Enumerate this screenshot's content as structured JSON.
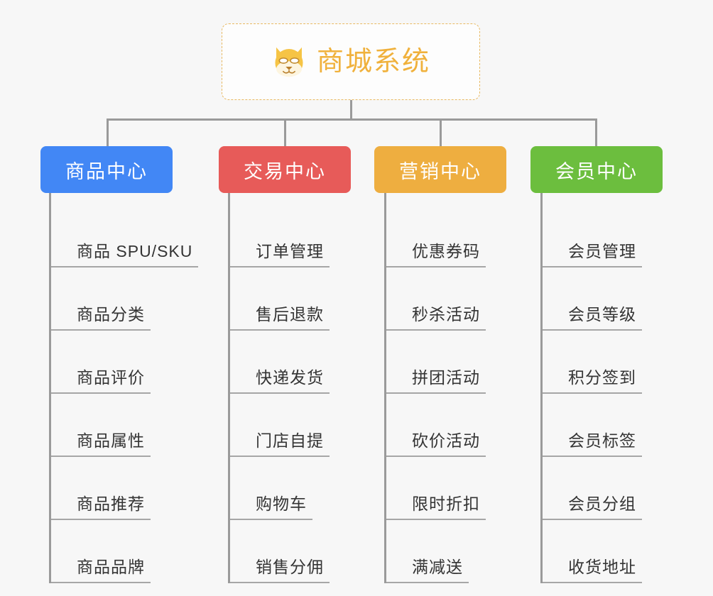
{
  "diagram": {
    "type": "mind-map",
    "background_color": "#f7f7f7",
    "connector_color": "#9a9a9a",
    "root": {
      "title": "商城系统",
      "icon": "shiba-dog-face-icon",
      "text_color": "#f0b13c",
      "border_color": "#e8b962",
      "background_color": "#fdfdfd"
    },
    "branches": [
      {
        "label": "商品中心",
        "color": "#4287f5",
        "items": [
          "商品 SPU/SKU",
          "商品分类",
          "商品评价",
          "商品属性",
          "商品推荐",
          "商品品牌"
        ]
      },
      {
        "label": "交易中心",
        "color": "#e75b59",
        "items": [
          "订单管理",
          "售后退款",
          "快递发货",
          "门店自提",
          "购物车",
          "销售分佣"
        ]
      },
      {
        "label": "营销中心",
        "color": "#eeae40",
        "items": [
          "优惠券码",
          "秒杀活动",
          "拼团活动",
          "砍价活动",
          "限时折扣",
          "满减送"
        ]
      },
      {
        "label": "会员中心",
        "color": "#6cbe3e",
        "items": [
          "会员管理",
          "会员等级",
          "积分签到",
          "会员标签",
          "会员分组",
          "收货地址"
        ]
      }
    ]
  }
}
